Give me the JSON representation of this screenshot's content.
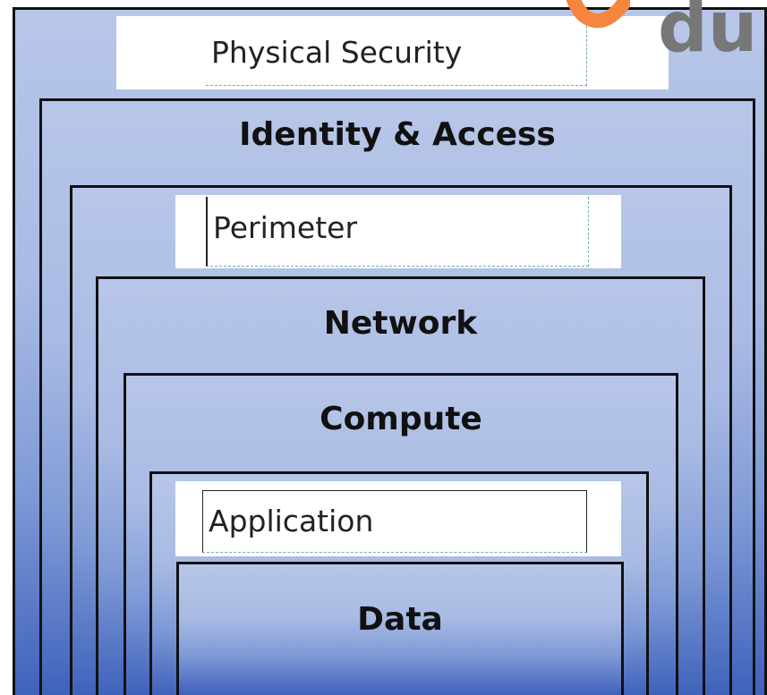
{
  "layers": {
    "physical_security": "Physical Security",
    "identity_access": "Identity & Access",
    "perimeter": "Perimeter",
    "network": "Network",
    "compute": "Compute",
    "application": "Application",
    "data": "Data"
  },
  "logo": {
    "text": "du",
    "accent_color": "#f5853f"
  },
  "colors": {
    "layer_top": "#b7c6e8",
    "layer_bottom": "#3f62bb",
    "border": "#111111",
    "label_bg": "#ffffff"
  }
}
